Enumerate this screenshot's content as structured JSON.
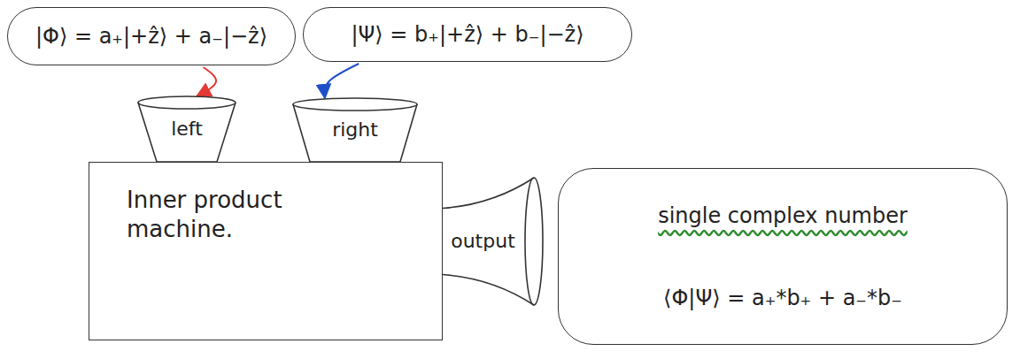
{
  "diagram": {
    "nodes": [
      {
        "text": [
          "|Φ⟩ = a₊|+ẑ⟩ + a₋|−ẑ⟩"
        ]
      },
      {
        "text": [
          "|Ψ⟩ = b₊|+ẑ⟩ + b₋|−ẑ⟩"
        ]
      },
      {
        "text": [
          "left"
        ]
      },
      {
        "text": [
          "right"
        ]
      },
      {
        "text": [
          "Inner product machine."
        ]
      },
      {
        "text": [
          "output"
        ]
      },
      {
        "text": [
          "single complex number",
          "⟨Φ|Ψ⟩ = a₊*b₊ + a₋*b₋"
        ]
      }
    ],
    "edges": [
      {
        "from": 0,
        "to": 2,
        "arrow": "to"
      },
      {
        "from": 1,
        "to": 3,
        "arrow": "to"
      }
    ]
  }
}
